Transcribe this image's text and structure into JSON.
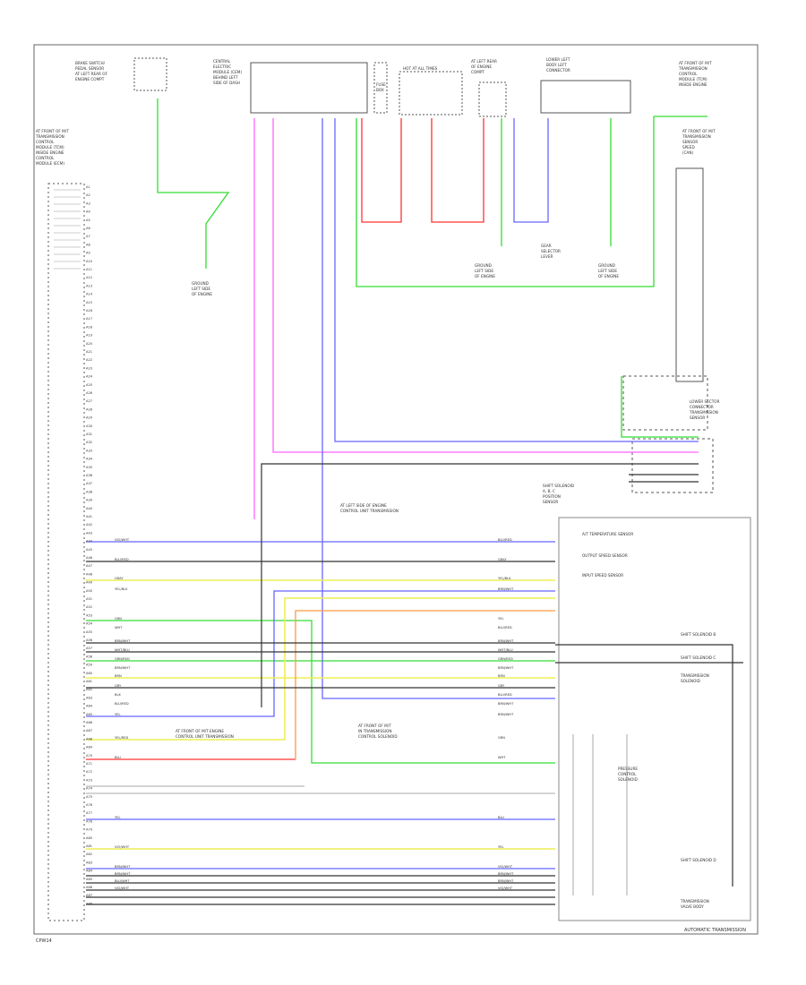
{
  "footer": {
    "left_code": "CPW14",
    "right_title": "AUTOMATIC TRANSMISSION"
  },
  "components": {
    "tcm_left": [
      "AT FRONT OF M/T",
      "TRANSMISSION",
      "CONTROL",
      "MODULE (TCM)",
      "INSIDE ENGINE",
      "CONTROL",
      "MODULE (ECM)"
    ],
    "brake_switch": [
      "BRAKE SWITCH/",
      "PEDAL SENSOR",
      "AT LEFT REAR OF",
      "ENGINE COMPT"
    ],
    "central_module": [
      "CENTRAL",
      "ELECTRIC",
      "MODULE (CEM)",
      "BEHIND LEFT",
      "SIDE OF DASH"
    ],
    "fuse_box": [
      "FUSE",
      "BOX"
    ],
    "hot_at_all_times": [
      "HOT AT ALL TIMES"
    ],
    "fuse_right": [
      "AT LEFT REAR",
      "OF ENGINE",
      "COMPT"
    ],
    "lower_left_bay": [
      "LOWER LEFT",
      "BODY LEFT",
      "CONNECTOR"
    ],
    "right_module": [
      "AT FRONT OF M/T",
      "TRANSMISSION",
      "CONTROL",
      "MODULE (TCM)",
      "INSIDE ENGINE"
    ],
    "can_module": [
      "AT FRONT OF M/T",
      "TRANSMISSION",
      "SENSOR",
      "SPEED",
      "(CAN)"
    ],
    "ground_left": [
      "GROUND",
      "LEFT SIDE",
      "OF ENGINE"
    ],
    "ground_mid": [
      "GROUND",
      "LEFT SIDE",
      "OF ENGINE"
    ],
    "ground_right": [
      "GROUND",
      "LEFT SIDE",
      "OF ENGINE"
    ],
    "g_switch": [
      "GEAR",
      "SELECTOR",
      "LEVER"
    ],
    "lower_sector": [
      "LOWER SECTOR",
      "CONNECTOR",
      "TRANSMISSION",
      "SENSOR"
    ],
    "shift_sol": [
      "SHIFT SOLENOID",
      "A, B, C",
      "POSITION",
      "SENSOR"
    ],
    "turbine_speed": [
      "A/T TEMPERATURE SENSOR"
    ],
    "output_speed": [
      "OUTPUT SPEED SENSOR"
    ],
    "input_speed": [
      "INPUT SPEED SENSOR"
    ],
    "shift_sol_b": [
      "SHIFT SOLENOID B"
    ],
    "shift_sol_c": [
      "SHIFT SOLENOID C"
    ],
    "shift_sol_d": [
      "SHIFT SOLENOID D"
    ],
    "trans_sensor_lbl": [
      "TRANSMISSION",
      "SOLENOID"
    ],
    "pressure_sensor": [
      "AT FRONT OF M/T",
      "IN TRANSMISSION",
      "CONTROL SOLENOID"
    ],
    "ground_tcm": [
      "AT FRONT OF M/T ENGINE",
      "CONTROL UNIT TRANSMISSION"
    ],
    "lock_solenoid": [
      "AT LEFT SIDE OF ENGINE",
      "CONTROL UNIT TRANSMISSION"
    ],
    "valve_body": [
      "TRANSMISSION",
      "VALVE BODY"
    ],
    "pressure_control": [
      "PRESSURE",
      "CONTROL",
      "SOLENOID"
    ]
  },
  "wire_labels": {
    "left_pins": [
      "A1",
      "A2",
      "A3",
      "A4",
      "A5",
      "A6",
      "A7",
      "A8",
      "A9",
      "A10",
      "A11",
      "A12",
      "A13",
      "A14",
      "A15",
      "A16",
      "A17",
      "A18",
      "A19",
      "A20",
      "A21",
      "A22",
      "A23",
      "A24",
      "A25",
      "A26",
      "A27",
      "A28",
      "A29",
      "A30",
      "A31",
      "A32",
      "A33",
      "A34",
      "A35",
      "A36",
      "A37",
      "A38",
      "A39",
      "A40",
      "A41",
      "A42",
      "A43",
      "A44",
      "A45",
      "A46",
      "A47",
      "A48",
      "A49",
      "A50",
      "A51",
      "A52",
      "A53",
      "A54",
      "A55",
      "A56",
      "A57",
      "A58",
      "A59",
      "A60",
      "A61",
      "A62",
      "A63",
      "A64",
      "A65",
      "A66",
      "A67",
      "A68",
      "A69",
      "A70",
      "A71",
      "A72",
      "A73",
      "A74",
      "A75",
      "A76",
      "A77",
      "A78",
      "A79",
      "A80",
      "A81",
      "A82",
      "A83",
      "A84",
      "A85",
      "A86",
      "A87",
      "A88"
    ],
    "left_colors": [
      "VIO/WHT",
      "BLU/RED",
      "GRAY",
      "YEL/BLK",
      "GRN",
      "WHT",
      "BRN/WHT",
      "WHT/BLU",
      "GRN/RED",
      "BRN/WHT",
      "BRN",
      "GRY",
      "BLK",
      "BLU/RED",
      "YEL",
      "YEL/RED",
      "BLU",
      "YEL",
      "VIO/WHT",
      "BRN/WHT",
      "BRN/WHT",
      "BLU/WHT",
      "VIO/WHT"
    ],
    "right_colors": [
      "BLU/RED",
      "GRAY",
      "YEL/BLK",
      "BRN/WHT",
      "YEL",
      "BLU/RED",
      "BRN/WHT",
      "WHT/BLU",
      "GRN/RED",
      "BRN/WHT",
      "BRN",
      "GRY",
      "BLU/RED",
      "BRN/WHT",
      "BRN/WHT",
      "GRN",
      "WHT",
      "BLU",
      "YEL",
      "VIO/WHT",
      "BRN/WHT",
      "BRN/WHT",
      "VIO/WHT"
    ]
  },
  "colors": {
    "green": "#33dd33",
    "pink": "#ff66ff",
    "blue": "#6666ff",
    "red": "#ff3333",
    "yellow": "#eeee55",
    "orange": "#ff9944",
    "black": "#222222",
    "gray": "#999999"
  }
}
